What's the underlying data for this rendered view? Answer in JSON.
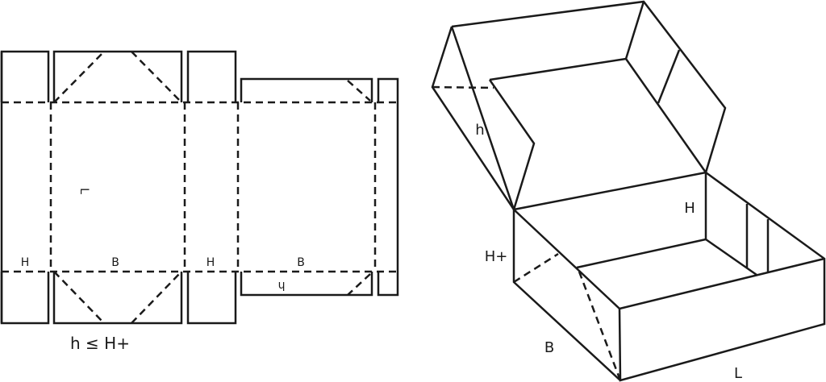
{
  "net_labels": {
    "h1": "H",
    "b1": "B",
    "h2": "H",
    "b2": "B",
    "length": "L",
    "lid_height": "h",
    "condition": "h ≤ H+"
  },
  "box_labels": {
    "lid_height": "h",
    "height": "H",
    "front_height": "H+",
    "width": "B",
    "length": "L"
  },
  "colors": {
    "line": "#1a1a1a",
    "background": "#ffffff"
  }
}
